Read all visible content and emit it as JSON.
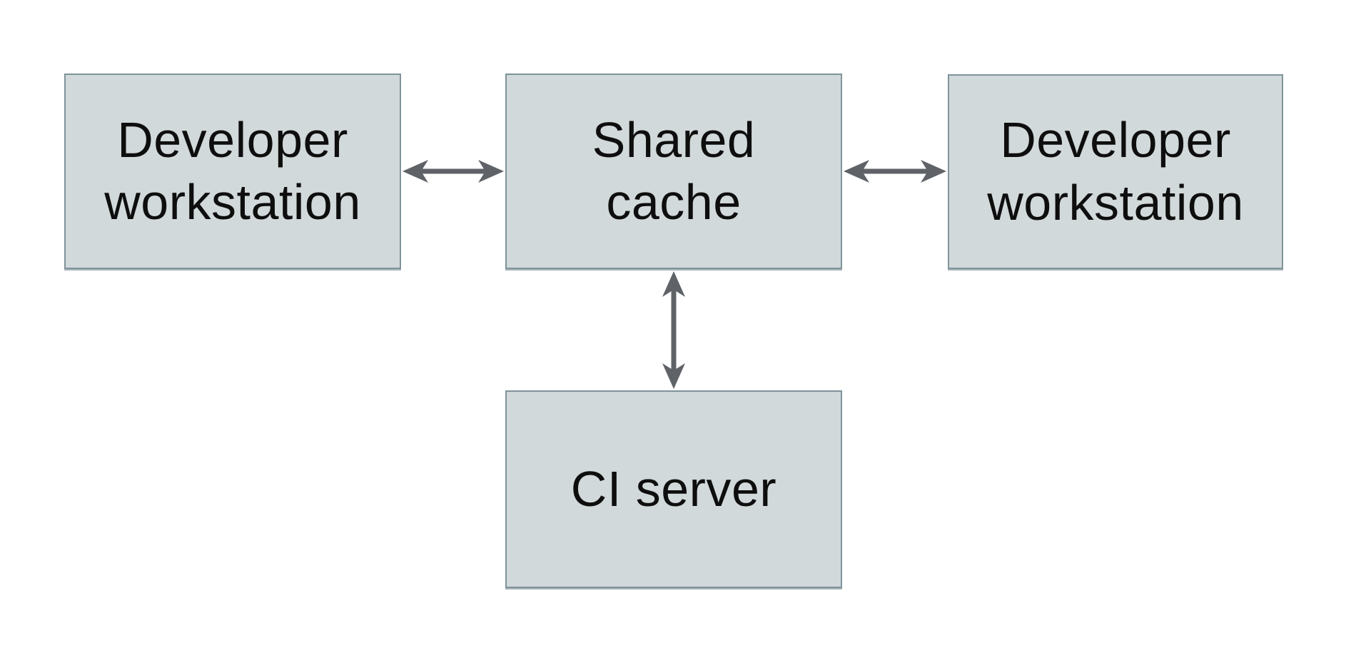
{
  "diagram": {
    "type": "architecture-diagram",
    "nodes": [
      {
        "id": "developer-workstation-left",
        "label": "Developer workstation"
      },
      {
        "id": "shared-cache",
        "label": "Shared cache"
      },
      {
        "id": "developer-workstation-right",
        "label": "Developer workstation"
      },
      {
        "id": "ci-server",
        "label": "CI server"
      }
    ],
    "edges": [
      {
        "from": "developer-workstation-left",
        "to": "shared-cache",
        "direction": "bidirectional"
      },
      {
        "from": "shared-cache",
        "to": "developer-workstation-right",
        "direction": "bidirectional"
      },
      {
        "from": "shared-cache",
        "to": "ci-server",
        "direction": "bidirectional"
      }
    ]
  },
  "colors": {
    "background": "#ffffff",
    "node_fill": "#d2d9da",
    "node_border": "#7f939b",
    "node_shadow": "rgba(95,115,124,0.55)",
    "arrow": "#5f6368",
    "text": "#0e0e0e"
  }
}
